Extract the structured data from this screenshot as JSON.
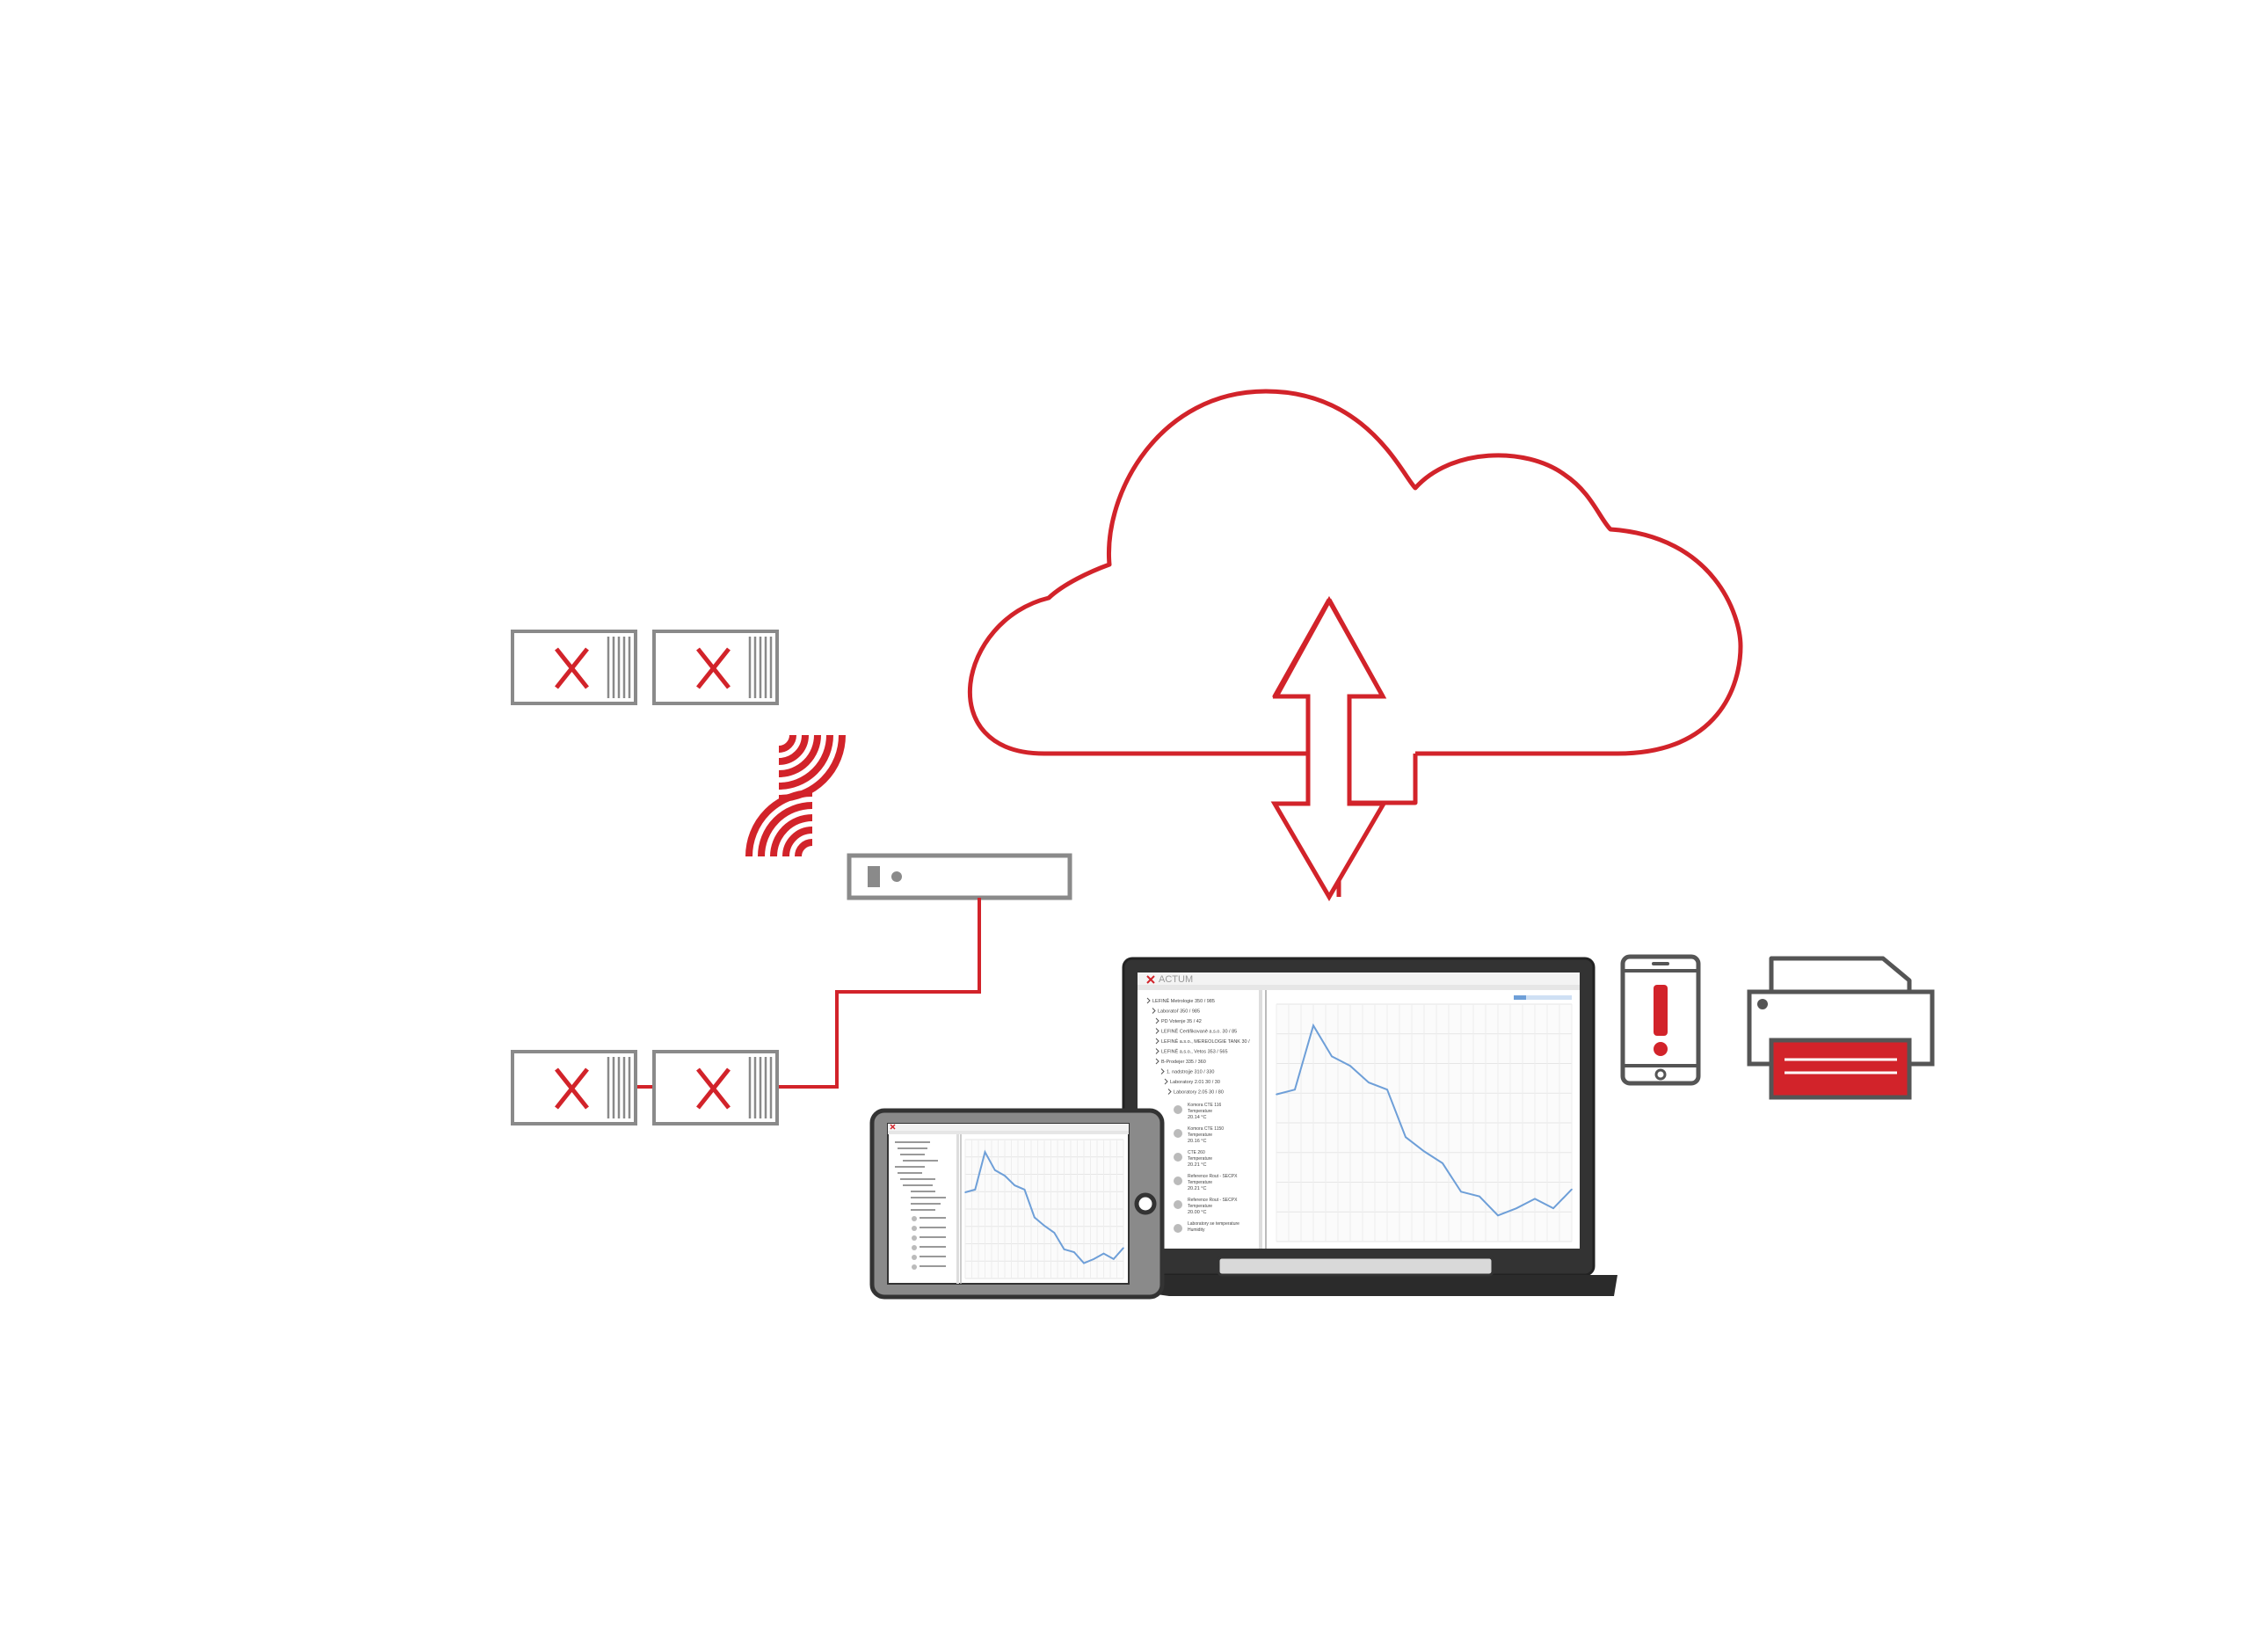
{
  "colors": {
    "accent": "#d2232a",
    "device_gray": "#8a8a8a",
    "screen_bezel": "#333333",
    "chart_line": "#6e9fd8"
  },
  "icons": {
    "cloud": "cloud-icon",
    "arrow": "double-arrow-icon",
    "gateway": "gateway-device-icon",
    "sensor": "sensor-logger-icon",
    "wireless": "wireless-signal-icon",
    "phone_alert": "phone-alert-icon",
    "printer": "printer-icon",
    "laptop": "laptop-icon",
    "tablet": "tablet-icon"
  },
  "laptop_screen": {
    "brand": "ACTUM",
    "tree_items": [
      "LEFINĚ Metrologie 350 / 985",
      "Laboratoř 350 / 985",
      "PD Votenje 35 / 42",
      "LEFINĚ Certifikovaně a.s.o. 30 / 85",
      "LEFINĚ a.s.o., MEREOLOGIE TANK 30 /",
      "LEFINĚ a.s.o., Vetos 353 / 565",
      "B-Prodejer 335 / 360",
      "1. nadstrojje 310 / 330",
      "Laboratory 2.01 30 / 30",
      "Laboratory 2.05 30 / 80"
    ],
    "sensors": [
      {
        "name": "Komora CTE 116",
        "kind": "Temperature",
        "value": "20.14 °C"
      },
      {
        "name": "Komora CTE 1150",
        "kind": "Temperature",
        "value": "20.16 °C"
      },
      {
        "name": "CTE 260",
        "kind": "Temperature",
        "value": "20.21 °C"
      },
      {
        "name": "Reference Rout - SECPX",
        "kind": "Temperature",
        "value": "20.21 °C"
      },
      {
        "name": "Reference Rout - SECPX",
        "kind": "Temperature",
        "value": "20.00 °C"
      },
      {
        "name": "Laboratory se temperature",
        "kind": "Humidity",
        "value": ""
      }
    ]
  },
  "chart_data": {
    "type": "line",
    "series": [
      {
        "values": [
          62,
          64,
          91,
          78,
          74,
          67,
          64,
          44,
          38,
          33,
          21,
          19,
          11,
          14,
          18,
          14,
          22
        ]
      }
    ],
    "ylim": [
      0,
      100
    ],
    "grid": true
  }
}
